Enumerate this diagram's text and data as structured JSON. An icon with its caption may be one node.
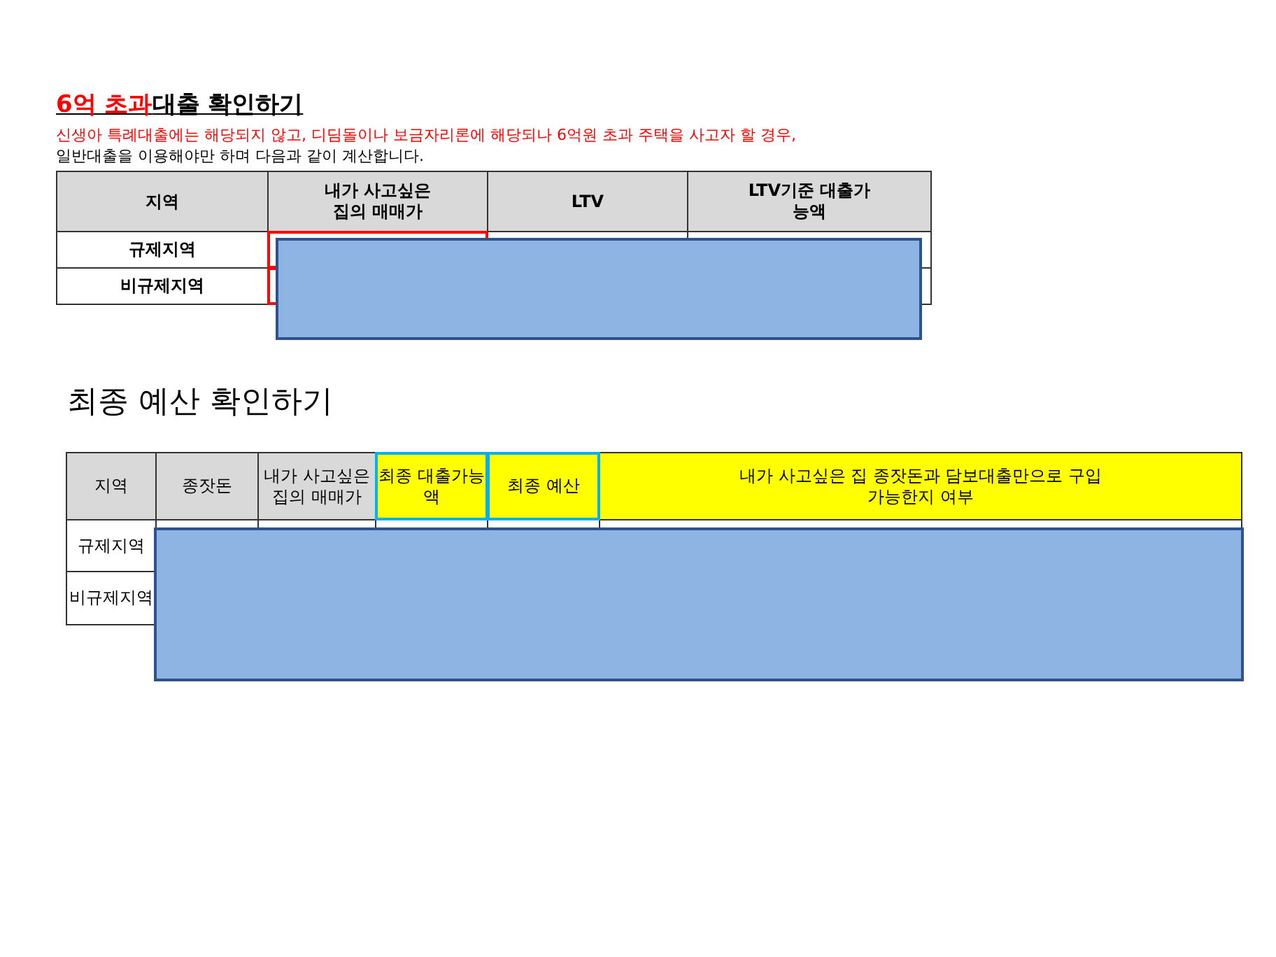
{
  "diagram": {
    "labels": [
      "6억 초과",
      "대출 확인하기",
      "신생아 특례대출에는 해당되지 않고, 디딤돌이나 보금자리론에 해당되나 6억원 초과 주택을 사고자 할 경우,",
      "일반대출을 이용해야만 하며 다음과 같이 계산합니다.",
      "지역",
      "내가 사고싶은 집의 매매가",
      "LTV",
      "LTV기준 대출가능액",
      "규제지역",
      "비규제지역",
      "최종 예산 확인하기",
      "지역",
      "종잣돈",
      "내가 사고싶은 집의 매매가",
      "최종 대출가능액",
      "최종 예산",
      "내가 사고싶은 집 종잣돈과 담보대출만으로 구입가능한지 여부",
      "규제지역",
      "비규제지역"
    ]
  }
}
